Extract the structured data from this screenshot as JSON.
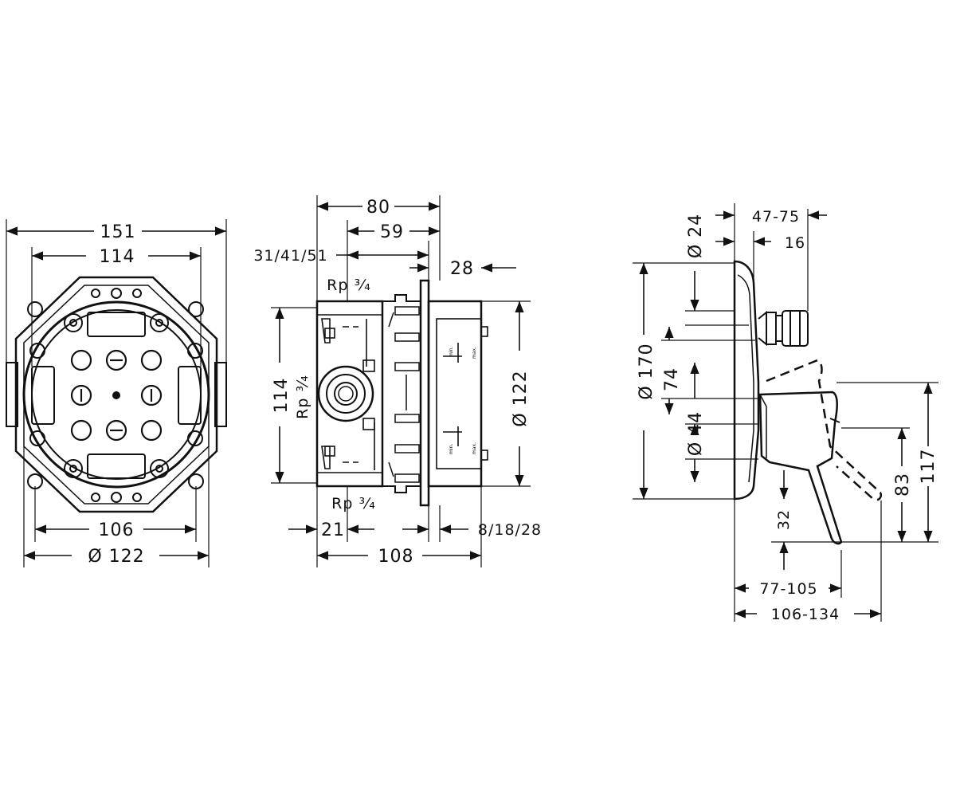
{
  "colors": {
    "line": "#111111",
    "background": "#ffffff"
  },
  "front_view": {
    "dim_overall_width": "151",
    "dim_inner_width": "114",
    "dim_mount_spacing": "106",
    "dim_body_diameter": "Ø 122"
  },
  "side_view": {
    "dim_depth_total": "80",
    "dim_depth_59": "59",
    "dim_depth_options": "31/41/51",
    "dim_front_28": "28",
    "dim_height_114": "114",
    "dim_diameter_122": "Ø 122",
    "thread_top": "Rp ³⁄₄",
    "thread_side": "Rp ³⁄₄",
    "thread_bottom": "Rp ³⁄₄",
    "dim_21": "21",
    "dim_cover_options": "8/18/28",
    "dim_depth_108": "108",
    "mark_min": "min.",
    "mark_max": "max."
  },
  "trim_view": {
    "dim_diameter_24": "Ø 24",
    "dim_projection": "47-75",
    "dim_16": "16",
    "dim_diameter_170": "Ø 170",
    "dim_74": "74",
    "dim_diameter_44": "Ø 44",
    "dim_117": "117",
    "dim_83": "83",
    "dim_32": "32",
    "dim_lever_reach": "77-105",
    "dim_lever_reach_total": "106-134"
  }
}
